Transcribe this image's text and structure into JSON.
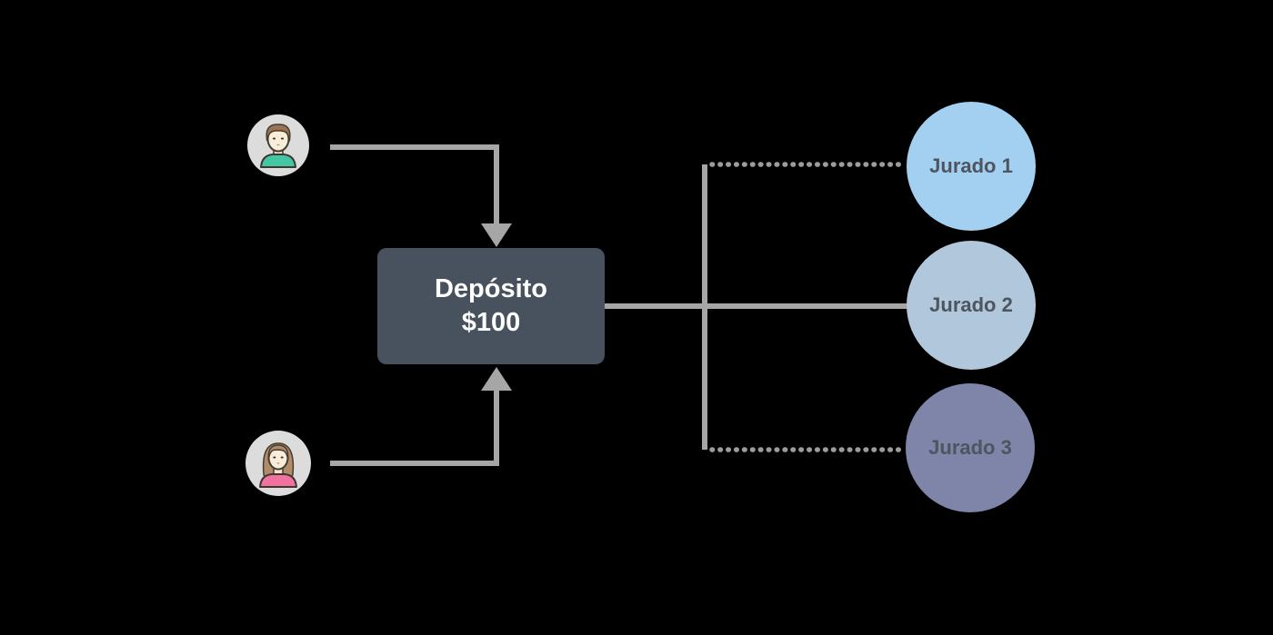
{
  "canvas": {
    "background": "#000000"
  },
  "deposit_box": {
    "title": "Depósito",
    "amount": "$100",
    "fill": "#47525e",
    "text_color": "#ffffff"
  },
  "jurors": [
    {
      "label": "Jurado 1",
      "fill": "#a3cff0"
    },
    {
      "label": "Jurado 2",
      "fill": "#b1c7dc"
    },
    {
      "label": "Jurado 3",
      "fill": "#7f84a9"
    }
  ],
  "juror_label_color": "#4d565f",
  "avatars": [
    {
      "icon": "male-avatar-icon",
      "circle_fill": "#dcdcdc",
      "shirt_color": "#43c7a3",
      "hair_color": "#9b7351"
    },
    {
      "icon": "female-avatar-icon",
      "circle_fill": "#dcdcdc",
      "shirt_color": "#f1729f",
      "hair_color": "#b28c6a"
    }
  ],
  "connectors": {
    "color": "#a6a6a6",
    "depositors_to_box": "solid-arrows",
    "box_to_juror_1": "dotted",
    "box_to_juror_2": "solid",
    "box_to_juror_3": "dotted"
  }
}
